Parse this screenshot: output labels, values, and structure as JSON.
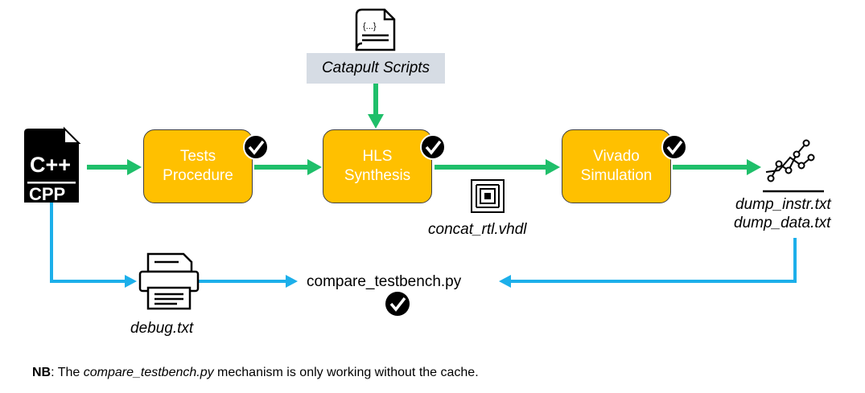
{
  "diagram": {
    "catapult_scripts": "Catapult Scripts",
    "scripts_icon_text": "{...}",
    "cpp_icon": {
      "top": "C++",
      "bottom": "CPP"
    },
    "boxes": {
      "tests": {
        "line1": "Tests",
        "line2": "Procedure"
      },
      "hls": {
        "line1": "HLS",
        "line2": "Synthesis"
      },
      "vivado": {
        "line1": "Vivado",
        "line2": "Simulation"
      }
    },
    "concat_rtl": "concat_rtl.vhdl",
    "dump_instr": "dump_instr.txt",
    "dump_data": "dump_data.txt",
    "compare_testbench": "compare_testbench.py",
    "debug_txt": "debug.txt",
    "colors": {
      "box": "#FFC000",
      "green_arrow": "#00B050",
      "blue_arrow": "#00B0F0",
      "label_bg": "#D6DCE4"
    }
  },
  "note": {
    "nb": "NB",
    "prefix": ": The ",
    "file": "compare_testbench.py",
    "suffix": " mechanism is only working without the cache."
  }
}
